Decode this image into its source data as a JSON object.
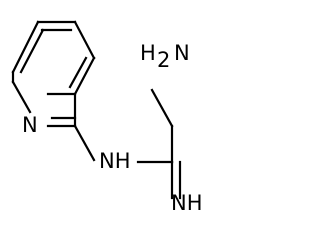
{
  "molecule": {
    "atoms": {
      "pyridine_n": "N",
      "amine_nh": "NH",
      "amine_nh2": "H",
      "amine_nh2_sub": "2",
      "amine_nh2_n": "N",
      "imine": "NH"
    }
  }
}
